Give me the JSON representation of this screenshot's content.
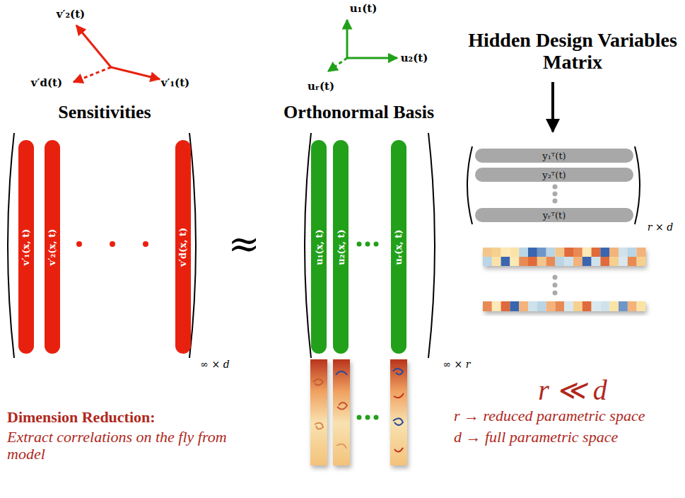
{
  "diagram": {
    "nodes": [
      {
        "text": [
          "Sensitivities"
        ]
      },
      {
        "text": [
          "v′₁(x, t)"
        ],
        "in": 0
      },
      {
        "text": [
          "v′₂(x, t)"
        ],
        "in": 0
      },
      {
        "text": [
          "v′d(x, t)"
        ],
        "in": 0
      },
      {
        "text": [
          "Orthonormal Basis"
        ]
      },
      {
        "text": [
          "u₁(x, t)"
        ],
        "in": 4
      },
      {
        "text": [
          "u₂(x, t)"
        ],
        "in": 4
      },
      {
        "text": [
          "uᵣ(x, t)"
        ],
        "in": 4
      },
      {
        "text": [
          "Hidden Design Variables Matrix"
        ]
      },
      {
        "text": [
          "y₁ᵀ(t)"
        ],
        "in": 8
      },
      {
        "text": [
          "y₂ᵀ(t)"
        ],
        "in": 8
      },
      {
        "text": [
          "yᵣᵀ(t)"
        ],
        "in": 8
      }
    ],
    "labels": [
      "v′₂(t)",
      "v′d(t)",
      "v′₁(t)",
      "u₁(t)",
      "u₂(t)",
      "uᵣ(t)",
      "≈",
      "∞ × d",
      "∞ × r",
      "r × d",
      "r ≪ d",
      "r → reduced parametric space",
      "d → full parametric space",
      "Dimension Reduction:",
      "Extract correlations on the fly from model"
    ]
  }
}
